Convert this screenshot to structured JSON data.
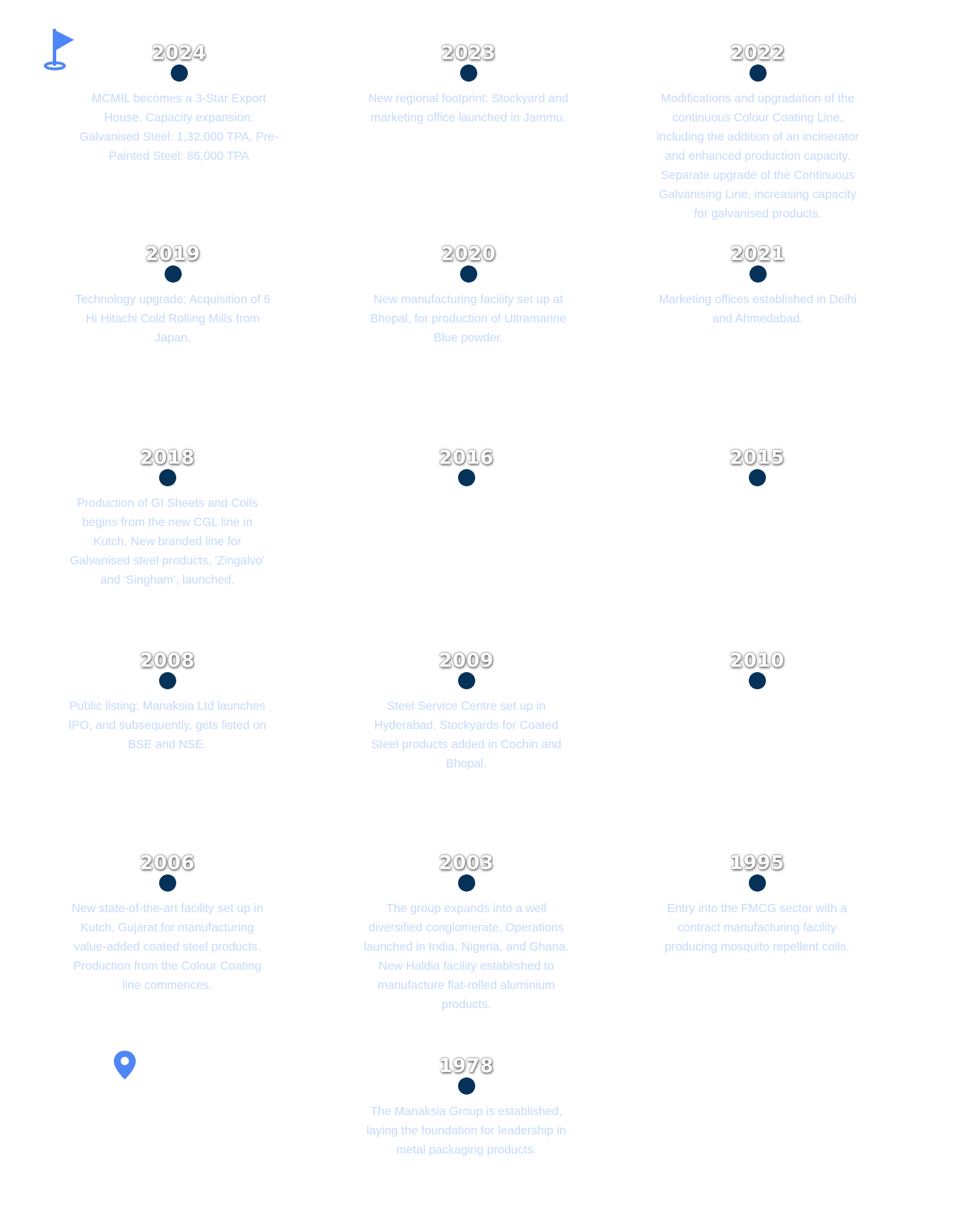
{
  "colors": {
    "dot": "#063259",
    "description_text": "#c6d9fb",
    "icon_accent": "#4f86f7"
  },
  "icons": {
    "start": "flag-icon",
    "end": "location-pin-icon"
  },
  "milestones": [
    {
      "year": "2024",
      "text": "MCMIL becomes a 3-Star Export House. Capacity expansion: Galvanised Steel: 1,32,000 TPA, Pre-Painted Steel: 86,000 TPA"
    },
    {
      "year": "2023",
      "text": "New regional footprint: Stockyard and marketing office launched in Jammu."
    },
    {
      "year": "2022",
      "text": "Modifications and upgradation of the continuous Colour Coating Line, including the addition of an incinerator and enhanced production capacity. Separate upgrade of the Continuous Galvanising Line, increasing capacity for galvanised products."
    },
    {
      "year": "2019",
      "text": "Technology upgrade: Acquisition of 6 Hi Hitachi Cold Rolling Mills from Japan."
    },
    {
      "year": "2020",
      "text": "New manufacturing facility set up at Bhopal, for production of Ultramarine Blue powder."
    },
    {
      "year": "2021",
      "text": "Marketing offices established in Delhi and Ahmedabad."
    },
    {
      "year": "2018",
      "text": "Production of GI Sheets and Coils begins from the new CGL line in Kutch. New branded line for Galvanised steel products, 'Zingalvo' and 'Singham', launched."
    },
    {
      "year": "2016",
      "text": ""
    },
    {
      "year": "2015",
      "text": ""
    },
    {
      "year": "2008",
      "text": "Public listing: Manaksia Ltd launches IPO, and subsequently, gets listed on BSE and NSE."
    },
    {
      "year": "2009",
      "text": "Steel Service Centre set up in Hyderabad. Stockyards for Coated Steel products added in Cochin and Bhopal."
    },
    {
      "year": "2010",
      "text": ""
    },
    {
      "year": "2006",
      "text": "New state-of-the-art facility set up in Kutch, Gujarat for manufacturing value-added coated steel products. Production from the Colour Coating line commences."
    },
    {
      "year": "2003",
      "text": "The group expands into a well diversified conglomerate. Operations launched in India, Nigeria, and Ghana. New Haldia facility established to manufacture flat-rolled aluminium products."
    },
    {
      "year": "1995",
      "text": "Entry into the FMCG sector with a contract manufacturing facility producing mosquito repellent coils."
    },
    {
      "year": "1978",
      "text": "The Manaksia Group is established, laying the foundation for leadership in metal packaging products."
    }
  ]
}
